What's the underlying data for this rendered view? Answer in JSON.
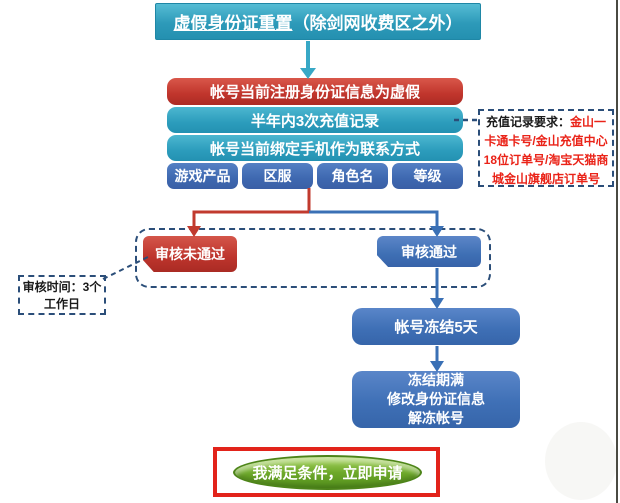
{
  "title": {
    "main": "虚假身份证重置",
    "suffix": "（除剑网收费区之外）"
  },
  "flow": {
    "steps": [
      {
        "label": "帐号当前注册身份证信息为虚假",
        "style": "red"
      },
      {
        "label": "半年内3次充值记录",
        "style": "teal"
      },
      {
        "label": "帐号当前绑定手机作为联系方式",
        "style": "teal"
      }
    ],
    "detail_fields": [
      "游戏产品",
      "区服",
      "角色名",
      "等级"
    ],
    "review_fail_label": "审核未通过",
    "review_pass_label": "审核通过",
    "freeze_label": "帐号冻结5天",
    "unfreeze_lines": [
      "冻结期满",
      "修改身份证信息",
      "解冻帐号"
    ]
  },
  "notes": {
    "recharge_requirement": {
      "prefix": "充值记录要求：",
      "detail": "金山一卡通卡号/金山充值中心18位订单号/淘宝天猫商城金山旗舰店订单号"
    },
    "review_time": {
      "line1": "审核时间：3个",
      "line2": "工作日"
    }
  },
  "cta": {
    "label": "我满足条件，立即申请"
  },
  "colors": {
    "title_teal": "#2d9ab9",
    "step_red": "#c0352c",
    "step_teal": "#2c9cbc",
    "detail_blue": "#3e68b0",
    "node_blue": "#3f70b6",
    "dash_navy": "#2b4e79",
    "connector_red": "#c13a2e",
    "connector_blue": "#3a70b5",
    "button_green": "#6ea92a",
    "highlight_red": "#e2231a",
    "note_red": "#ea2318"
  }
}
